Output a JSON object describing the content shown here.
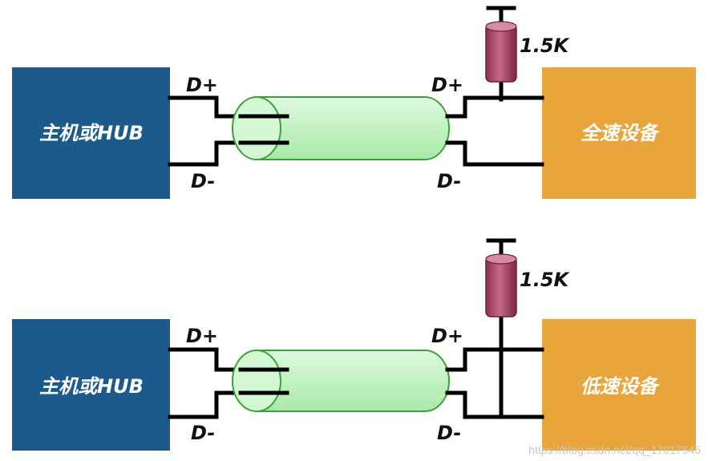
{
  "diagrams": [
    {
      "host_label": "主机或HUB",
      "device_label": "全速设备",
      "dplus_host": "D+",
      "dminus_host": "D-",
      "dplus_device": "D+",
      "dminus_device": "D-",
      "resistor_label": "1.5K",
      "pullup_line": "D+"
    },
    {
      "host_label": "主机或HUB",
      "device_label": "低速设备",
      "dplus_host": "D+",
      "dminus_host": "D-",
      "dplus_device": "D+",
      "dminus_device": "D-",
      "resistor_label": "1.5K",
      "pullup_line": "D-"
    }
  ],
  "colors": {
    "host": "#1d5a8c",
    "device": "#e8a53b",
    "cable": "#c6f5c6",
    "cable_edge": "#3aa23a",
    "resistor": "#b55872"
  },
  "watermark": "https://blog.csdn.net/qq_17017545"
}
